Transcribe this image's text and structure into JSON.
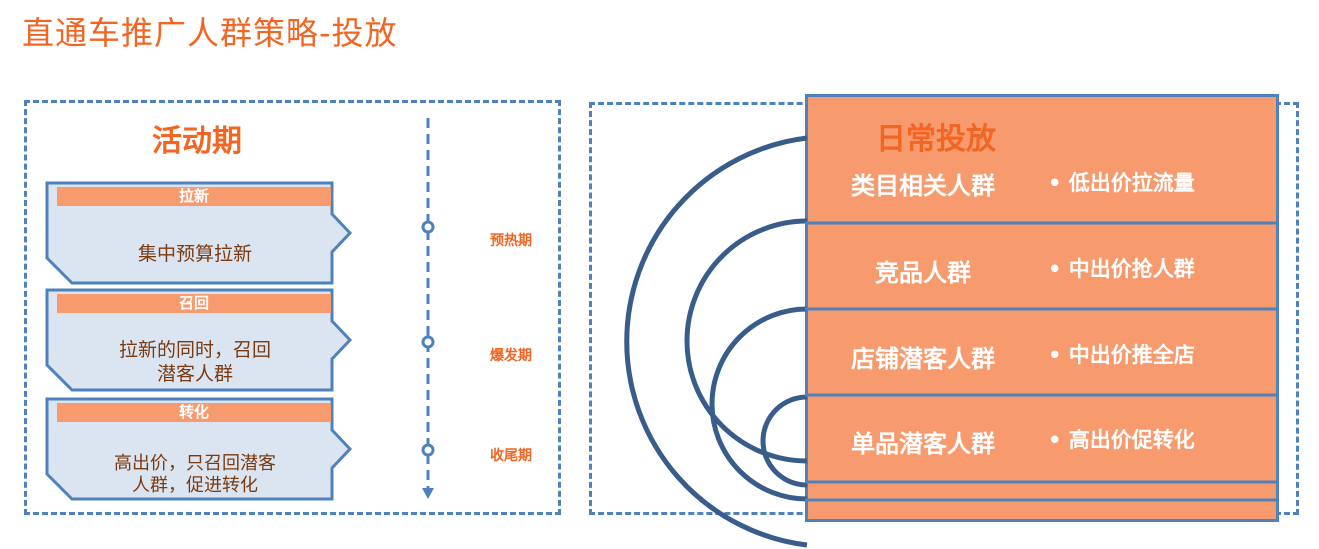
{
  "title": "直通车推广人群策略-投放",
  "activity": {
    "title": "活动期",
    "stages": [
      {
        "name": "拉新",
        "lines": [
          "集中预算拉新"
        ]
      },
      {
        "name": "召回",
        "lines": [
          "拉新的同时，召回",
          "潜客人群"
        ]
      },
      {
        "name": "转化",
        "lines": [
          "高出价，只召回潜客",
          "人群，促进转化"
        ]
      }
    ],
    "phases": [
      "预热期",
      "爆发期",
      "收尾期"
    ]
  },
  "daily": {
    "title": "日常投放",
    "rows": [
      {
        "audience": "类目相关人群",
        "bid": "• 低出价拉流量"
      },
      {
        "audience": "竞品人群",
        "bid": "• 中出价抢人群"
      },
      {
        "audience": "店铺潜客人群",
        "bid": "• 中出价推全店"
      },
      {
        "audience": "单品潜客人群",
        "bid": "• 高出价促转化"
      }
    ]
  },
  "colors": {
    "accent": "#f26522",
    "fill": "#f79b6f",
    "blue": "#4f81bd",
    "dark_blue": "#385d8a",
    "card_fill": "#dbe5f1"
  }
}
